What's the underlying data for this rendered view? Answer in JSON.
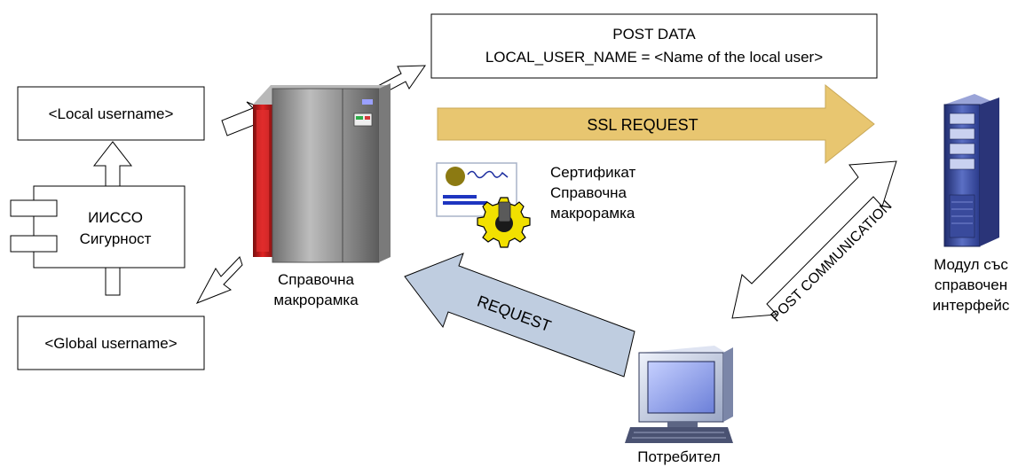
{
  "boxes": {
    "local_username": "<Local username>",
    "global_username": "<Global username>",
    "post_data_title": "POST DATA",
    "post_data_line": "LOCAL_USER_NAME = <Name of the local user>"
  },
  "component": {
    "line1": "ИИССО",
    "line2": "Сигурност"
  },
  "mainframe": {
    "line1": "Справочна",
    "line2": "макрорамка"
  },
  "certificate": {
    "line1": "Сертификат",
    "line2": "Справочна",
    "line3": "макрорамка"
  },
  "server": {
    "line1": "Модул със",
    "line2": "справочен",
    "line3": "интерфейс"
  },
  "client": {
    "label": "Потребител"
  },
  "arrows": {
    "ssl_request": "SSL REQUEST",
    "request": "REQUEST",
    "post_communication": "POST COMMUNICATION"
  },
  "colors": {
    "ssl_arrow": "#E8C670",
    "request_arrow": "#BFCDE0",
    "mainframe_body": "#8E8E8E",
    "mainframe_red": "#CC1B1B",
    "monitor_screen": "#8A9BE0",
    "server_body": "#3B4FA8"
  }
}
